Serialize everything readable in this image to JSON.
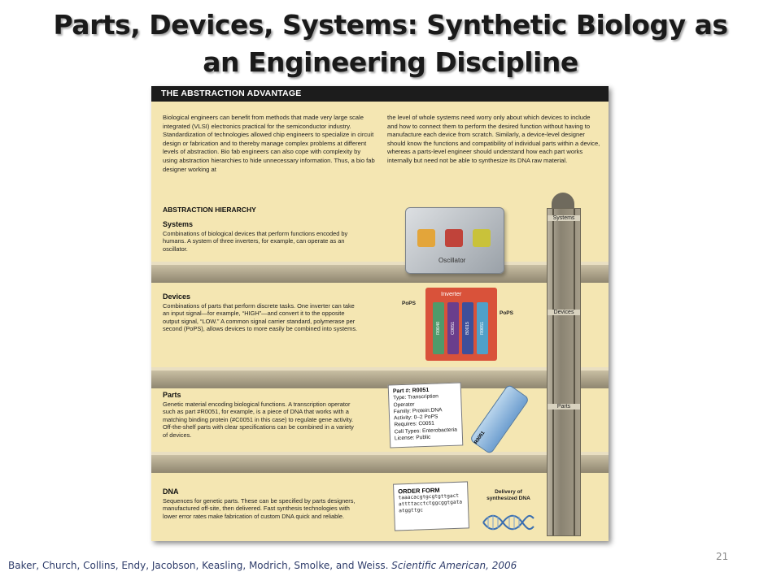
{
  "slide": {
    "title": "Parts, Devices, Systems: Synthetic Biology as an Engineering Discipline",
    "page_number": "21",
    "citation_authors": "Baker, Church, Collins, Endy, Jacobson, Keasling, Modrich, Smolke, and Weiss. ",
    "citation_journal": "Scientific American, 2006"
  },
  "figure": {
    "header": "THE ABSTRACTION ADVANTAGE",
    "intro_left": "Biological engineers can benefit from methods that made very large scale integrated (VLSI) electronics practical for the semiconductor industry. Standardization of technologies allowed chip engineers to specialize in circuit design or fabrication and to thereby manage complex problems at different levels of abstraction. Bio fab engineers can also cope with complexity by using abstraction hierarchies to hide unnecessary information. Thus, a bio fab designer working at",
    "intro_right": "the level of whole systems need worry only about which devices to include and how to connect them to perform the desired function without having to manufacture each device from scratch. Similarly, a device-level designer should know the functions and compatibility of individual parts within a device, whereas a parts-level engineer should understand how each part works internally but need not be able to synthesize its DNA raw material.",
    "hierarchy_title": "ABSTRACTION HIERARCHY",
    "levels": [
      {
        "name": "Systems",
        "text": "Combinations of biological devices that perform functions encoded by humans. A system of three inverters, for example, can operate as an oscillator."
      },
      {
        "name": "Devices",
        "text": "Combinations of parts that perform discrete tasks. One inverter can take an input signal—for example, “HIGH”—and convert it to the opposite output signal, “LOW.” A common signal carrier standard, polymerase per second (PoPS), allows devices to more easily be combined into systems."
      },
      {
        "name": "Parts",
        "text": "Genetic material encoding biological functions. A transcription operator such as part #R0051, for example, is a piece of DNA that works with a matching binding protein (#C0051 in this case) to regulate gene activity. Off-the-shelf parts with clear specifications can be combined in a variety of devices."
      },
      {
        "name": "DNA",
        "text": "Sequences for genetic parts. These can be specified by parts designers, manufactured off-site, then delivered. Fast synthesis technologies with lower error rates make fabrication of custom DNA quick and reliable."
      }
    ],
    "elevator_labels": [
      "Systems",
      "Devices",
      "Parts"
    ],
    "oscillator_label": "Oscillator",
    "oscillator_colors": [
      "#e3a53a",
      "#c0433a",
      "#c9c23a"
    ],
    "inverter_label": "Inverter",
    "pops_in": "PoPS",
    "pops_out": "PoPS",
    "inverter_parts": [
      {
        "label": "R0040",
        "color": "#4f9a6a"
      },
      {
        "label": "C0051",
        "color": "#6a3e8c"
      },
      {
        "label": "B0015",
        "color": "#3d4f9a"
      },
      {
        "label": "R0051",
        "color": "#4fa0c9"
      }
    ],
    "part_card": {
      "title": "Part #: R0051",
      "lines": [
        "Type: Transcription Operator",
        "Family: Protein:DNA",
        "Activity: 0–2 PoPS",
        "Requires: C0051",
        "Cell Types: Enterobacteria",
        "License: Public"
      ]
    },
    "vial_label": "R0051",
    "order_form": {
      "title": "ORDER FORM",
      "lines": [
        "taaacacgtgcgtgttgact",
        "attttacctctggcggtgata",
        "atggttgc"
      ]
    },
    "delivery_label": "Delivery of synthesized DNA"
  }
}
